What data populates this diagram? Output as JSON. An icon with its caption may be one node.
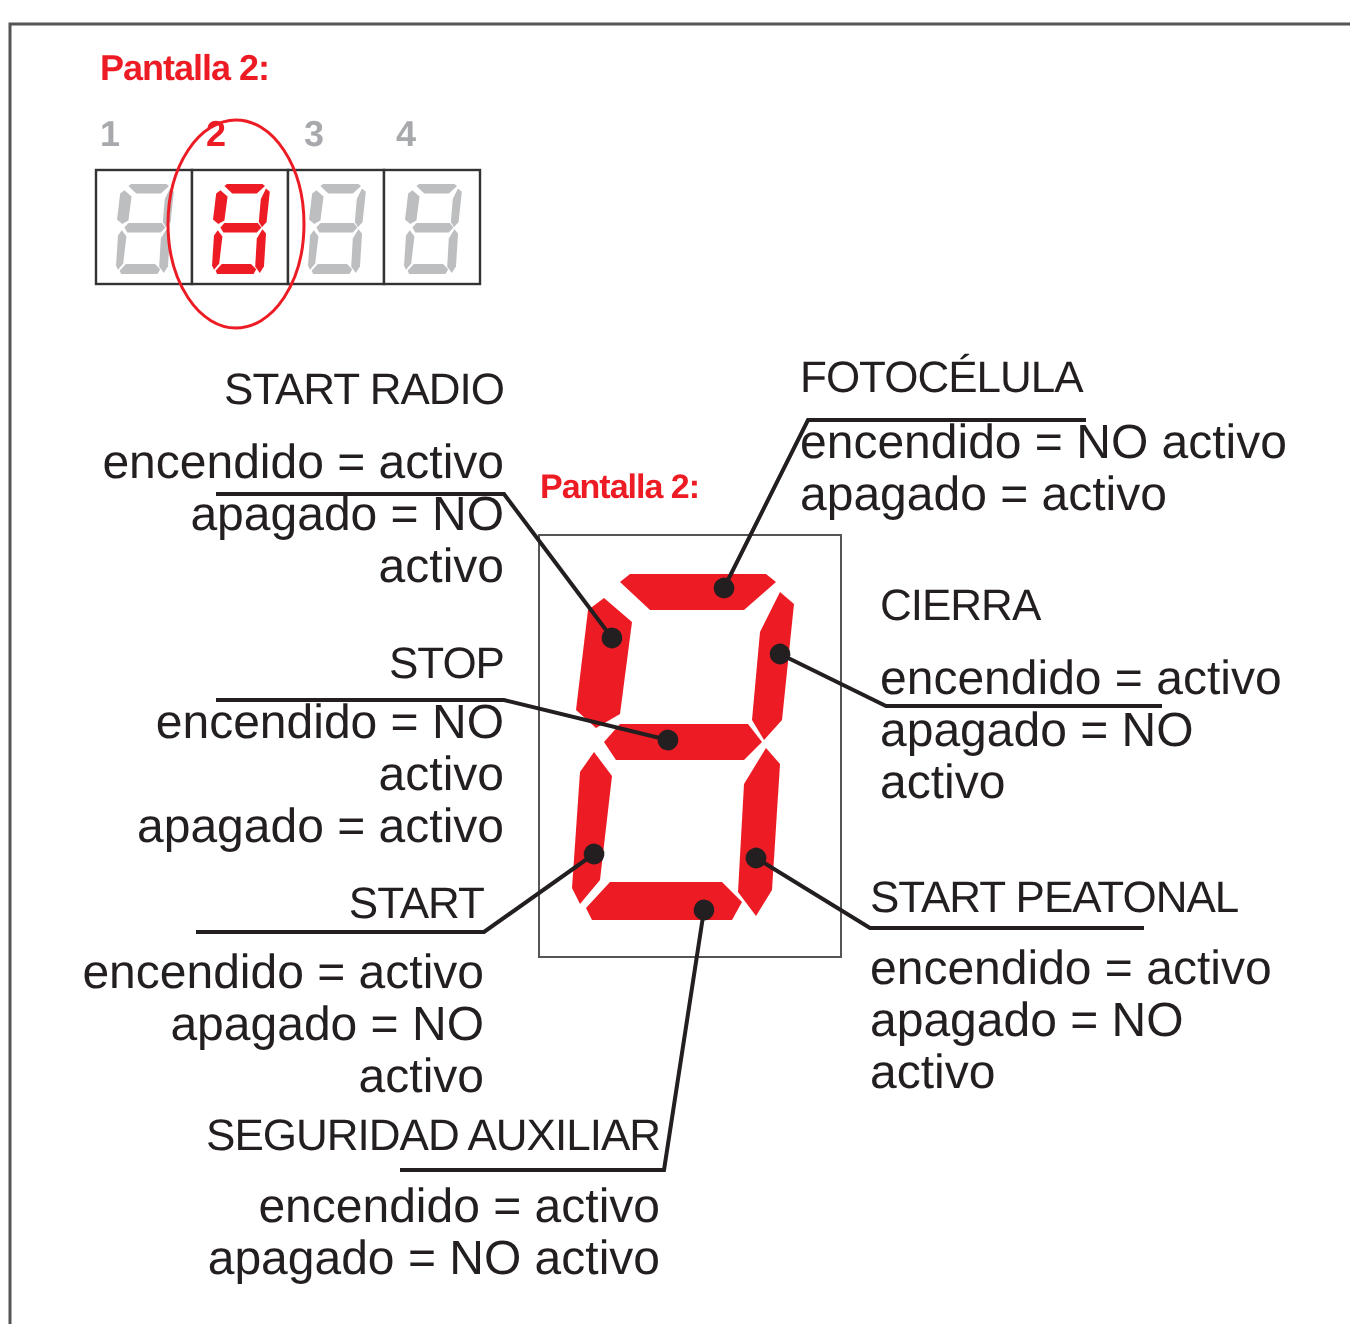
{
  "diagram": {
    "nodes": [
      {
        "text": [
          "Pantalla 2:"
        ]
      },
      {
        "text": [],
        "shape": "bar",
        "in": 0
      },
      {
        "text": [],
        "shape": "bar",
        "in": 0
      },
      {
        "text": [],
        "shape": "bar",
        "in": 0
      },
      {
        "text": [],
        "shape": "bar",
        "in": 0
      },
      {
        "text": [],
        "shape": "bar",
        "in": 0
      },
      {
        "text": [],
        "shape": "bar",
        "in": 0
      },
      {
        "text": [],
        "shape": "bar",
        "in": 0
      },
      {
        "text": [
          "START RADIO",
          "encendido = activo",
          "apagado = NO activo"
        ]
      },
      {
        "text": [
          "FOTOCÉLULA",
          "encendido = NO activo",
          "apagado = activo"
        ]
      },
      {
        "text": [
          "CIERRA",
          "encendido = activo",
          "apagado = NO activo"
        ]
      },
      {
        "text": [
          "STOP",
          "encendido = NO activo",
          "apagado = activo"
        ]
      },
      {
        "text": [
          "START",
          "encendido = activo",
          "apagado = NO activo"
        ]
      },
      {
        "text": [
          "START PEATONAL",
          "encendido = activo",
          "apagado = NO activo"
        ]
      },
      {
        "text": [
          "SEGURIDAD AUXILIAR",
          "encendido = activo",
          "apagado = NO activo"
        ]
      }
    ],
    "edges": [
      {
        "from": 8,
        "to": 2,
        "arrow": "other"
      },
      {
        "from": 9,
        "to": 1,
        "arrow": "other"
      },
      {
        "from": 10,
        "to": 3,
        "arrow": "other"
      },
      {
        "from": 11,
        "to": 4,
        "arrow": "other"
      },
      {
        "from": 12,
        "to": 5,
        "arrow": "other"
      },
      {
        "from": 13,
        "to": 6,
        "arrow": "other"
      },
      {
        "from": 14,
        "to": 7,
        "arrow": "other"
      }
    ],
    "labels": [
      "Pantalla 2:",
      "1",
      "2",
      "3",
      "4"
    ]
  }
}
